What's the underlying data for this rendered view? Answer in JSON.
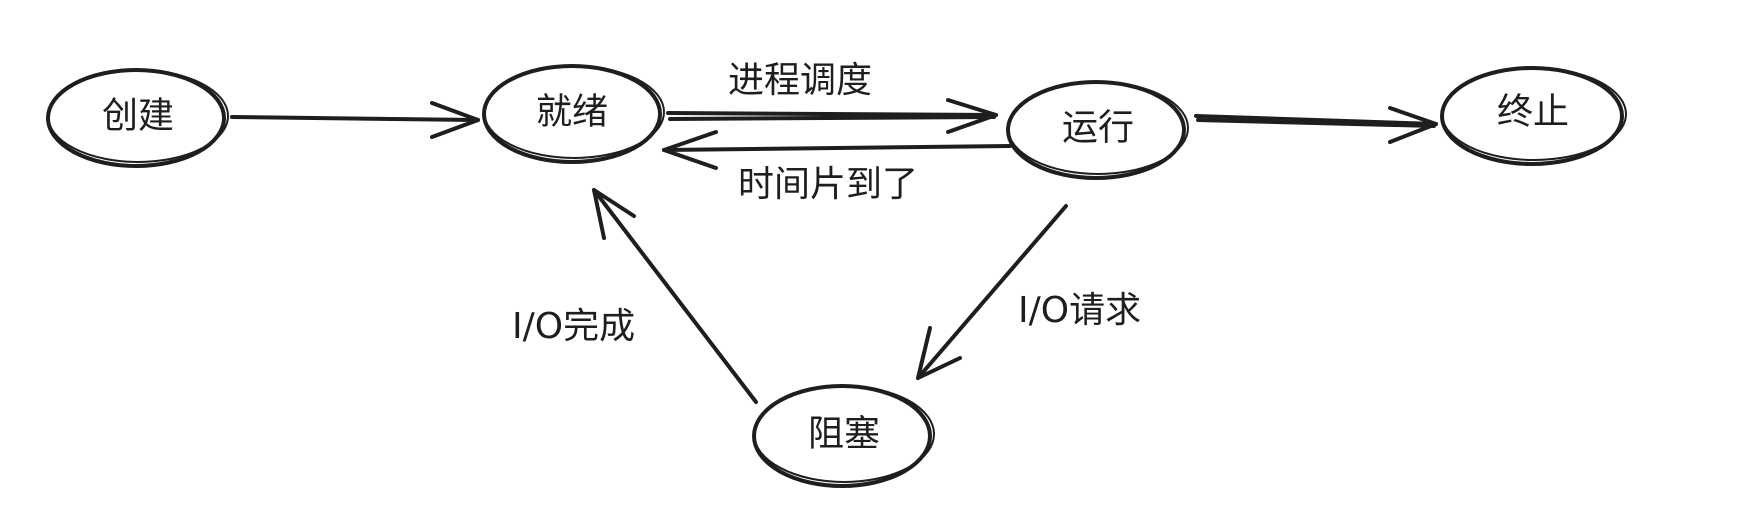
{
  "diagram": {
    "nodes": [
      {
        "id": "create",
        "label": "创建"
      },
      {
        "id": "ready",
        "label": "就绪"
      },
      {
        "id": "running",
        "label": "运行"
      },
      {
        "id": "terminated",
        "label": "终止"
      },
      {
        "id": "blocked",
        "label": "阻塞"
      }
    ],
    "edges": [
      {
        "id": "create-ready",
        "from": "create",
        "to": "ready",
        "label": ""
      },
      {
        "id": "ready-running",
        "from": "ready",
        "to": "running",
        "label": "进程调度"
      },
      {
        "id": "running-ready",
        "from": "running",
        "to": "ready",
        "label": "时间片到了"
      },
      {
        "id": "running-terminated",
        "from": "running",
        "to": "terminated",
        "label": ""
      },
      {
        "id": "running-blocked",
        "from": "running",
        "to": "blocked",
        "label": "I/O请求"
      },
      {
        "id": "blocked-ready",
        "from": "blocked",
        "to": "ready",
        "label": "I/O完成"
      }
    ],
    "stroke_color": "#1e1e1e",
    "background_color": "#ffffff"
  }
}
